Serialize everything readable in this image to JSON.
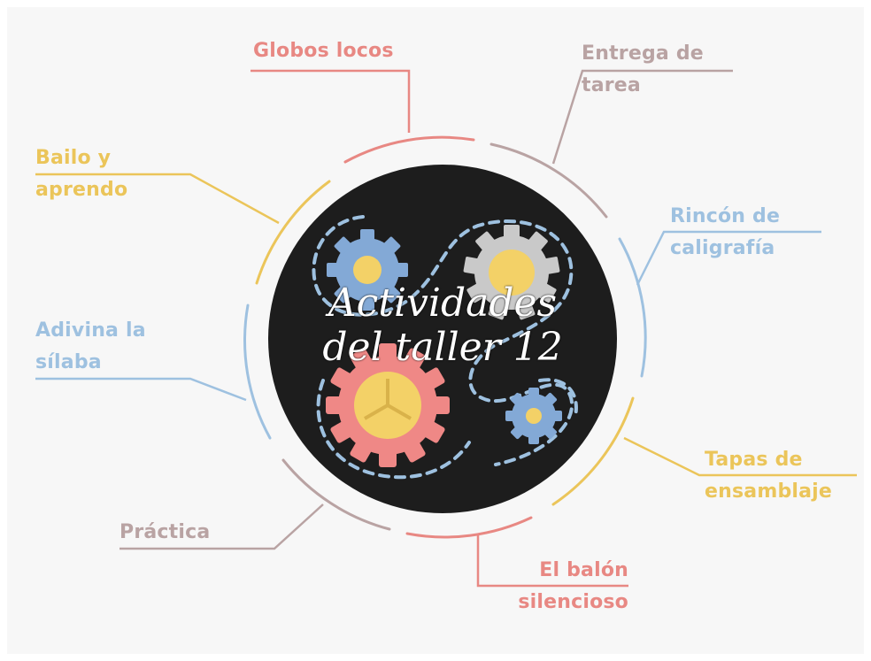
{
  "title": "Actividades\ndel taller 12",
  "colors": {
    "background": "#f7f7f7",
    "circle": "#1d1d1d",
    "pink": "#e88883",
    "mauve": "#b9a3a3",
    "blue": "#9ec1e0",
    "yellow": "#ebc55a"
  },
  "activities": [
    {
      "label": "Globos locos",
      "color": "#e88883"
    },
    {
      "label": "Entrega de\ntarea",
      "color": "#b9a3a3"
    },
    {
      "label": "Rincón de\ncaligrafía",
      "color": "#9ec1e0"
    },
    {
      "label": "Tapas de\nensamblaje",
      "color": "#ebc55a"
    },
    {
      "label": "El balón\nsilencioso",
      "color": "#e88883"
    },
    {
      "label": "Práctica",
      "color": "#b9a3a3"
    },
    {
      "label": "Adivina la\nsílaba",
      "color": "#9ec1e0"
    },
    {
      "label": "Bailo y\naprendo",
      "color": "#ebc55a"
    }
  ],
  "icons": [
    "gear-icon-blue",
    "gear-icon-gray",
    "gear-icon-pink",
    "gear-icon-blue-small"
  ]
}
